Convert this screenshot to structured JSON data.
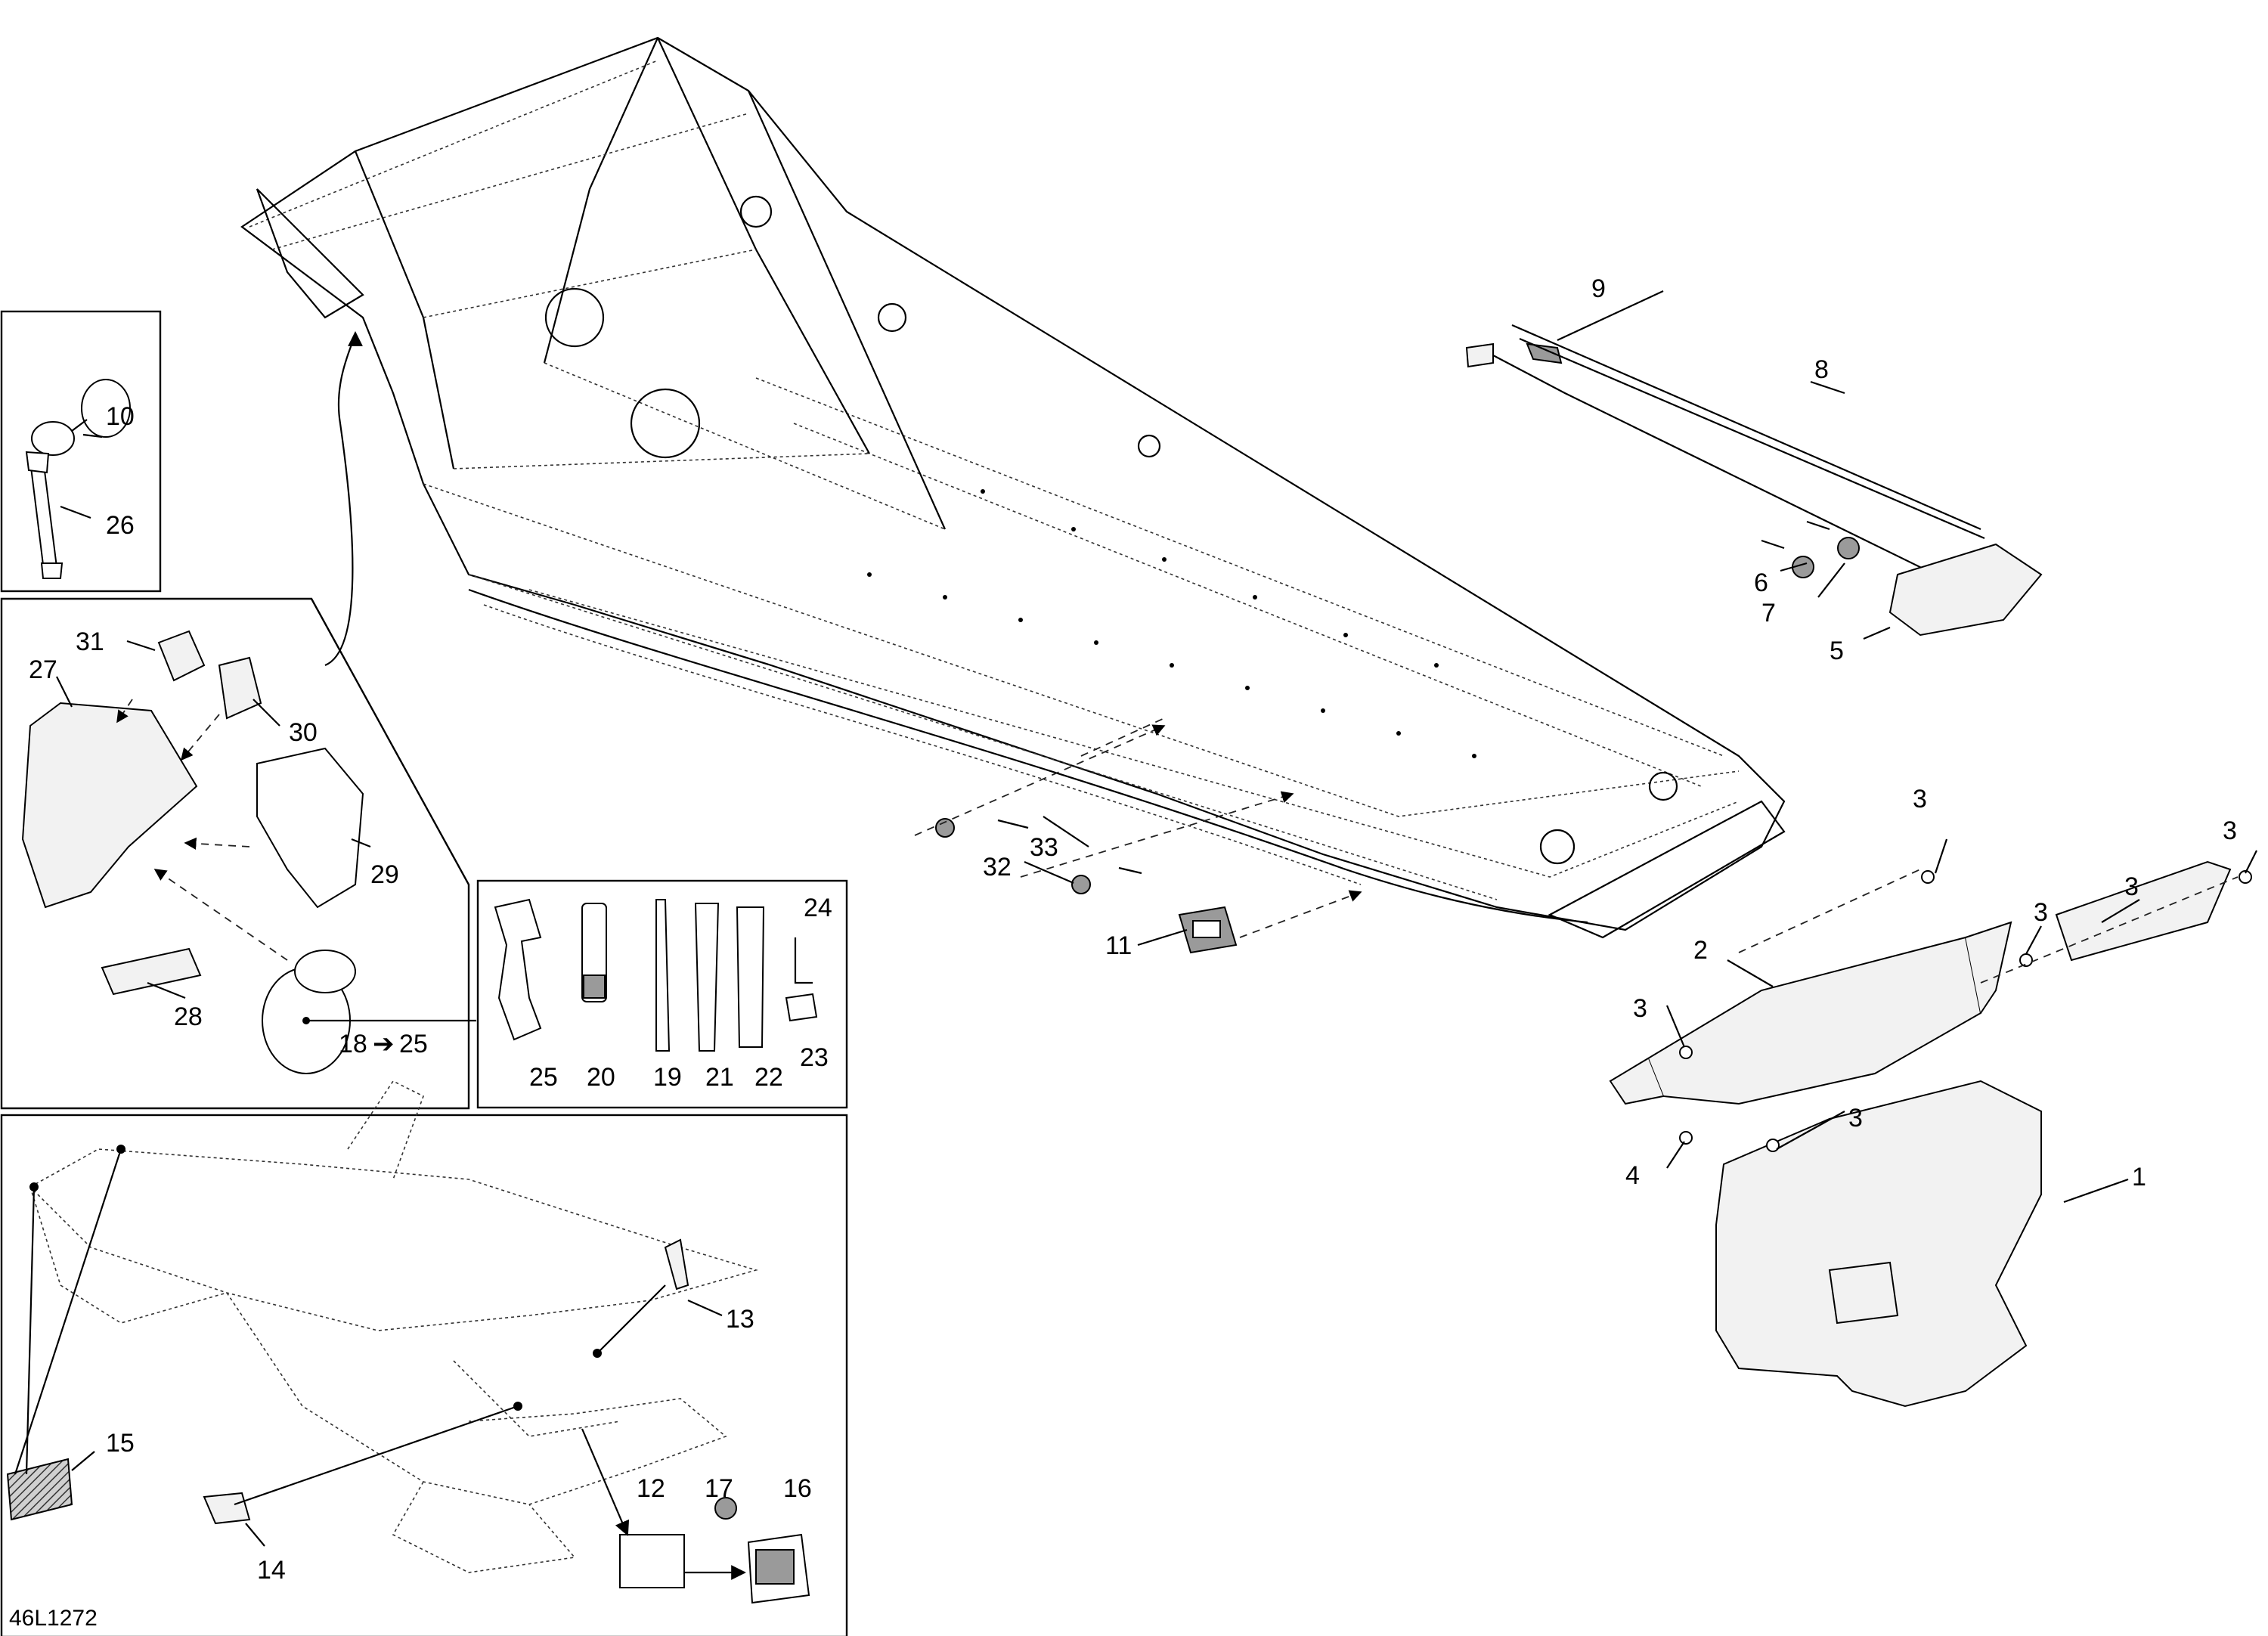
{
  "diagram": {
    "drawing_code": "46L1272",
    "callouts": [
      "1",
      "2",
      "3",
      "3",
      "3",
      "3",
      "3",
      "3",
      "4",
      "5",
      "6",
      "7",
      "8",
      "9",
      "10",
      "11",
      "12",
      "13",
      "14",
      "15",
      "16",
      "17",
      "18",
      "25",
      "19",
      "20",
      "21",
      "22",
      "23",
      "24",
      "25",
      "26",
      "27",
      "28",
      "29",
      "30",
      "31",
      "32",
      "33"
    ]
  }
}
